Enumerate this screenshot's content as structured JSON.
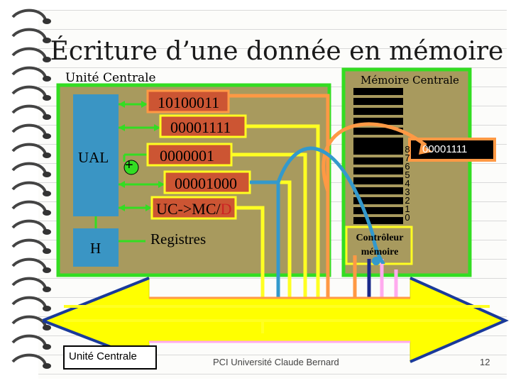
{
  "title": "Écriture d’une donnée en mémoire",
  "uc": {
    "label": "Unité Centrale",
    "ual": "UAL",
    "plus_symbol": "+",
    "h": "H",
    "registres": "Registres",
    "reg_data": "10100011",
    "reg_data2": "00001111",
    "reg_ordinal": "0000001",
    "reg_address": "00001000",
    "reg_control": "UC->MC/",
    "reg_control_d": "D"
  },
  "mc": {
    "label": "Mémoire Centrale",
    "addresses": [
      "8",
      "7",
      "6",
      "5",
      "4",
      "3",
      "2",
      "1",
      "0"
    ],
    "cell_value": "00001111",
    "controller": "Contrôleur\nmémoire"
  },
  "footer": {
    "left": "Unité Centrale",
    "center": "PCI Université Claude Bernard",
    "page": "12"
  },
  "colors": {
    "uc_panel": "#a89a5e",
    "green": "#33dd22",
    "yellow": "#ffff22",
    "orange": "#ff9944",
    "blue": "#3399cc",
    "pink": "#ffaaee",
    "bus": "#ffff00",
    "ual_fill": "#3a95c4",
    "reg_fill": "#cc5533"
  }
}
